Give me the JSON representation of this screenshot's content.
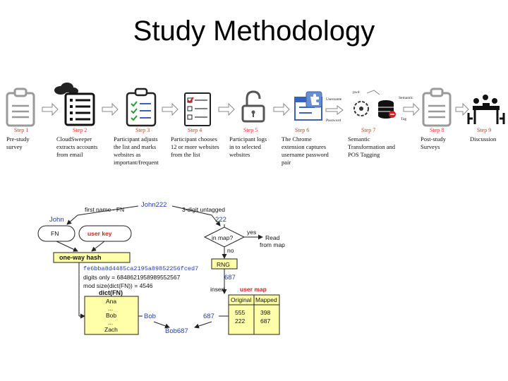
{
  "title": "Study Methodology",
  "steps": [
    {
      "label": "Step 1",
      "desc": [
        "Pre-study",
        "survey"
      ]
    },
    {
      "label": "Step 2",
      "desc": [
        "CloudSweeper",
        "extracts accounts",
        "from email"
      ]
    },
    {
      "label": "Step 3",
      "desc": [
        "Participant adjusts",
        "the list and marks",
        "websites as",
        "important/frequent"
      ]
    },
    {
      "label": "Step 4",
      "desc": [
        "Participant chooses",
        "12 or more websites",
        "from the list"
      ]
    },
    {
      "label": "Step 5",
      "desc": [
        "Participant logs",
        "in to selected",
        "websites"
      ]
    },
    {
      "label": "Step 6",
      "desc": [
        "The Chrome",
        "extension captures",
        "username password",
        "pair"
      ]
    },
    {
      "label": "Step 7",
      "desc": [
        "Semantic",
        "Transformation and",
        "POS Tagging"
      ]
    },
    {
      "label": "Step 8",
      "desc": [
        "Post-study",
        "Surveys"
      ]
    },
    {
      "label": "Step 9",
      "desc": [
        "Discussion"
      ]
    }
  ],
  "step6_aux": {
    "username": "Username",
    "password": "Password"
  },
  "step7_aux": {
    "semantic": "Semantic",
    "tag": "Tag",
    "pwd": "pwd"
  },
  "diagram": {
    "john222": "John222",
    "first_name": "first name - FN",
    "three_digit": "3-digit untagged",
    "john": "John",
    "n222": "222",
    "fn_box": "FN",
    "user_key": "user key",
    "in_map": "in map?",
    "yes": "yes",
    "read_from_map": [
      "Read",
      "from map"
    ],
    "no": "no",
    "one_way_hash": "one-way hash",
    "hash_value": "fe6bba8d4485ca2195a89852256fced7",
    "rng": "RNG",
    "n687_a": "687",
    "digits_only": "digits only = 6848621958989552567",
    "mod_size": "mod size(dict(FN)) = 4546",
    "insert": "insert",
    "user_map": "user map",
    "dict_title": "dict(FN)",
    "dict_items": [
      "Ana",
      "...",
      "Bob",
      "...",
      "Zach"
    ],
    "bob": "Bob",
    "n687_b": "687",
    "bob687": "Bob687",
    "map_headers": [
      "Original",
      "Mapped"
    ],
    "map_rows": [
      [
        "555",
        "398"
      ],
      [
        "222",
        "687"
      ]
    ]
  }
}
